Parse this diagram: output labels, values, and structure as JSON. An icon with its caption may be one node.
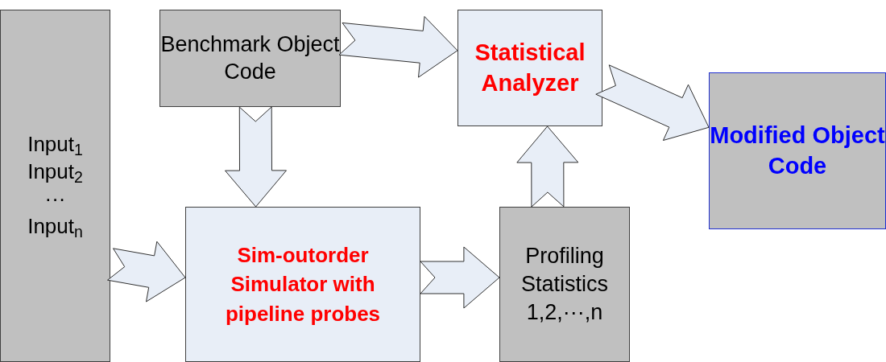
{
  "diagram": {
    "nodes": [
      {
        "text": [
          "Input$_{1}$ Input$_{2}$ ··· Input$_{n}$"
        ]
      },
      {
        "text": [
          "Benchmark Object Code"
        ]
      },
      {
        "text": [
          "Statistical Analyzer"
        ]
      },
      {
        "text": [
          "Modified Object Code"
        ]
      },
      {
        "text": [
          "Sim-outorder Simulator with pipeline probes"
        ]
      },
      {
        "text": [
          "Profiling Statistics 1,2,···,n"
        ]
      }
    ],
    "edges": [
      {
        "from": 0,
        "to": 4,
        "arrow": "to"
      },
      {
        "from": 1,
        "to": 4,
        "arrow": "to"
      },
      {
        "from": 1,
        "to": 2,
        "arrow": "to"
      },
      {
        "from": 4,
        "to": 5,
        "arrow": "to"
      },
      {
        "from": 5,
        "to": 2,
        "arrow": "to"
      },
      {
        "from": 2,
        "to": 3,
        "arrow": "to"
      }
    ]
  }
}
